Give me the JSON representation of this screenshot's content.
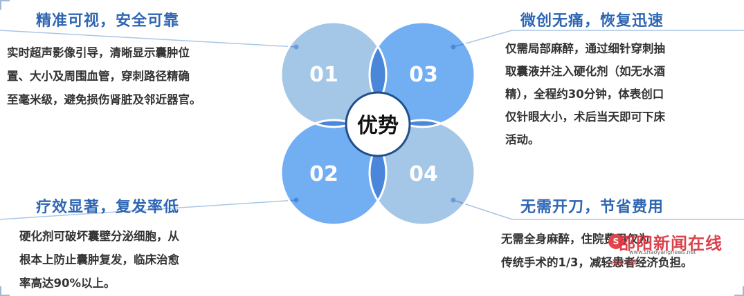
{
  "center_label": "优势",
  "petals": [
    {
      "number": "01",
      "color": "#9fc3e6"
    },
    {
      "number": "03",
      "color": "#6aaaf2"
    },
    {
      "number": "02",
      "color": "#6aaaf2"
    },
    {
      "number": "04",
      "color": "#9fc3e6"
    }
  ],
  "blocks": {
    "top_left": {
      "title": "精准可视，安全可靠",
      "lines": [
        "实时超声影像引导，清晰显示囊肿位",
        "置、大小及周围血管，穿刺路径精确",
        "至毫米级，避免损伤肾脏及邻近器官。"
      ]
    },
    "top_right": {
      "title": "微创无痛，恢复迅速",
      "lines": [
        "仅需局部麻醉，通过细针穿刺抽",
        "取囊液并注入硬化剂（如无水酒",
        "精），全程约30分钟，体表创口",
        "仅针眼大小，术后当天即可下床",
        "活动。"
      ]
    },
    "bottom_left": {
      "title": "疗效显著，复发率低",
      "lines": [
        "硬化剂可破坏囊壁分泌细胞，从",
        "根本上防止囊肿复发，临床治愈",
        "率高达90%以上。"
      ]
    },
    "bottom_right": {
      "title": "无需开刀，节省费用",
      "lines": [
        "无需全身麻醉，住院费用仅为",
        "传统手术的1/3，减轻患者经济负担。"
      ]
    }
  },
  "watermark": {
    "logo": "S",
    "name": "邵阳新闻在线",
    "url": "www.shaoyangnews.net",
    "sub": "邵阳日报"
  }
}
